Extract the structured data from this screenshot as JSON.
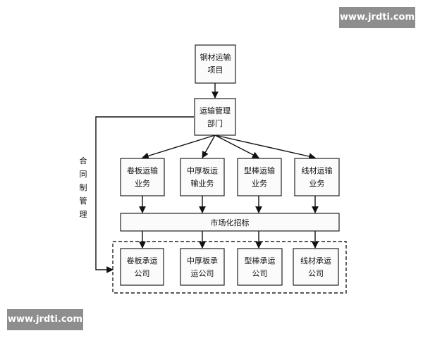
{
  "watermark": {
    "text": "www.jrdti.com"
  },
  "nodes": {
    "project": [
      "钢材运输",
      "项目"
    ],
    "dept": [
      "运输管理",
      "部门"
    ],
    "coil": [
      "卷板运输",
      "业务"
    ],
    "plate": [
      "中厚板运",
      "输业务"
    ],
    "section": [
      "型棒运输",
      "业务"
    ],
    "wire": [
      "线材运输",
      "业务"
    ],
    "bidding": "市场化招标",
    "coil_carrier": [
      "卷板承运",
      "公司"
    ],
    "plate_carrier": [
      "中厚板承",
      "运公司"
    ],
    "section_carrier": [
      "型棒承运",
      "公司"
    ],
    "wire_carrier": [
      "线材承运",
      "公司"
    ]
  },
  "side_label": [
    "合",
    "同",
    "制",
    "管",
    "理"
  ]
}
